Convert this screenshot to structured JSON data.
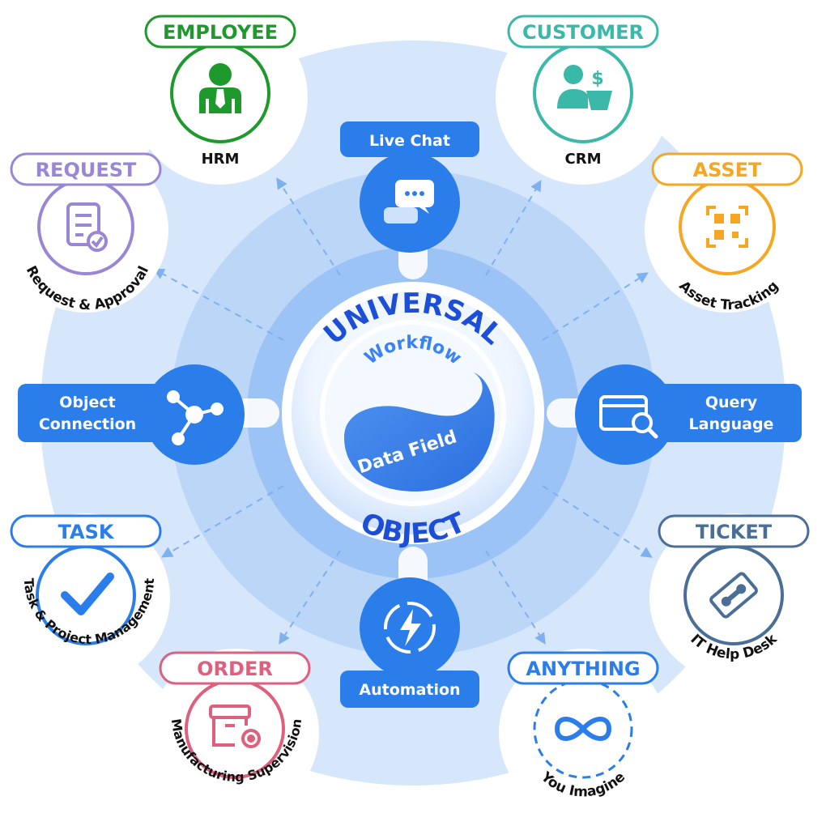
{
  "center": {
    "top_word": "UNIVERSAL",
    "bottom_word": "OBJECT",
    "upper_label": "Workflow",
    "lower_label": "Data Field"
  },
  "connectors": {
    "live_chat": "Live Chat",
    "automation": "Automation",
    "object_connection": [
      "Object",
      "Connection"
    ],
    "query_language": [
      "Query",
      "Language"
    ]
  },
  "nodes": {
    "employee": {
      "title": "EMPLOYEE",
      "caption": "HRM",
      "color": "#1e9a2c",
      "icon": "employee-icon"
    },
    "customer": {
      "title": "CUSTOMER",
      "caption": "CRM",
      "color": "#3ab8a8",
      "icon": "customer-shop-icon"
    },
    "request": {
      "title": "REQUEST",
      "caption": "Request & Approval",
      "color": "#9a86d4",
      "icon": "document-check-icon"
    },
    "asset": {
      "title": "ASSET",
      "caption": "Asset Tracking",
      "color": "#f5a623",
      "icon": "qr-scan-icon"
    },
    "task": {
      "title": "TASK",
      "caption": "Task & Project Management",
      "color": "#2b7de9",
      "icon": "checkmark-icon"
    },
    "ticket": {
      "title": "TICKET",
      "caption": "IT Help Desk",
      "color": "#4a6e96",
      "icon": "ticket-tools-icon"
    },
    "order": {
      "title": "ORDER",
      "caption": "Manufacturing Supervision",
      "color": "#df5f7e",
      "icon": "box-gear-icon"
    },
    "anything": {
      "title": "ANYTHING",
      "caption": "You Imagine",
      "color": "#2b7de9",
      "icon": "infinity-icon"
    }
  },
  "colors": {
    "primary": "#2b7de9",
    "ring_outer": "#d6e6fb",
    "ring_mid": "#bcd6f8",
    "ring_inner": "#9cc3f5",
    "center_text": "#1d4ed8"
  }
}
